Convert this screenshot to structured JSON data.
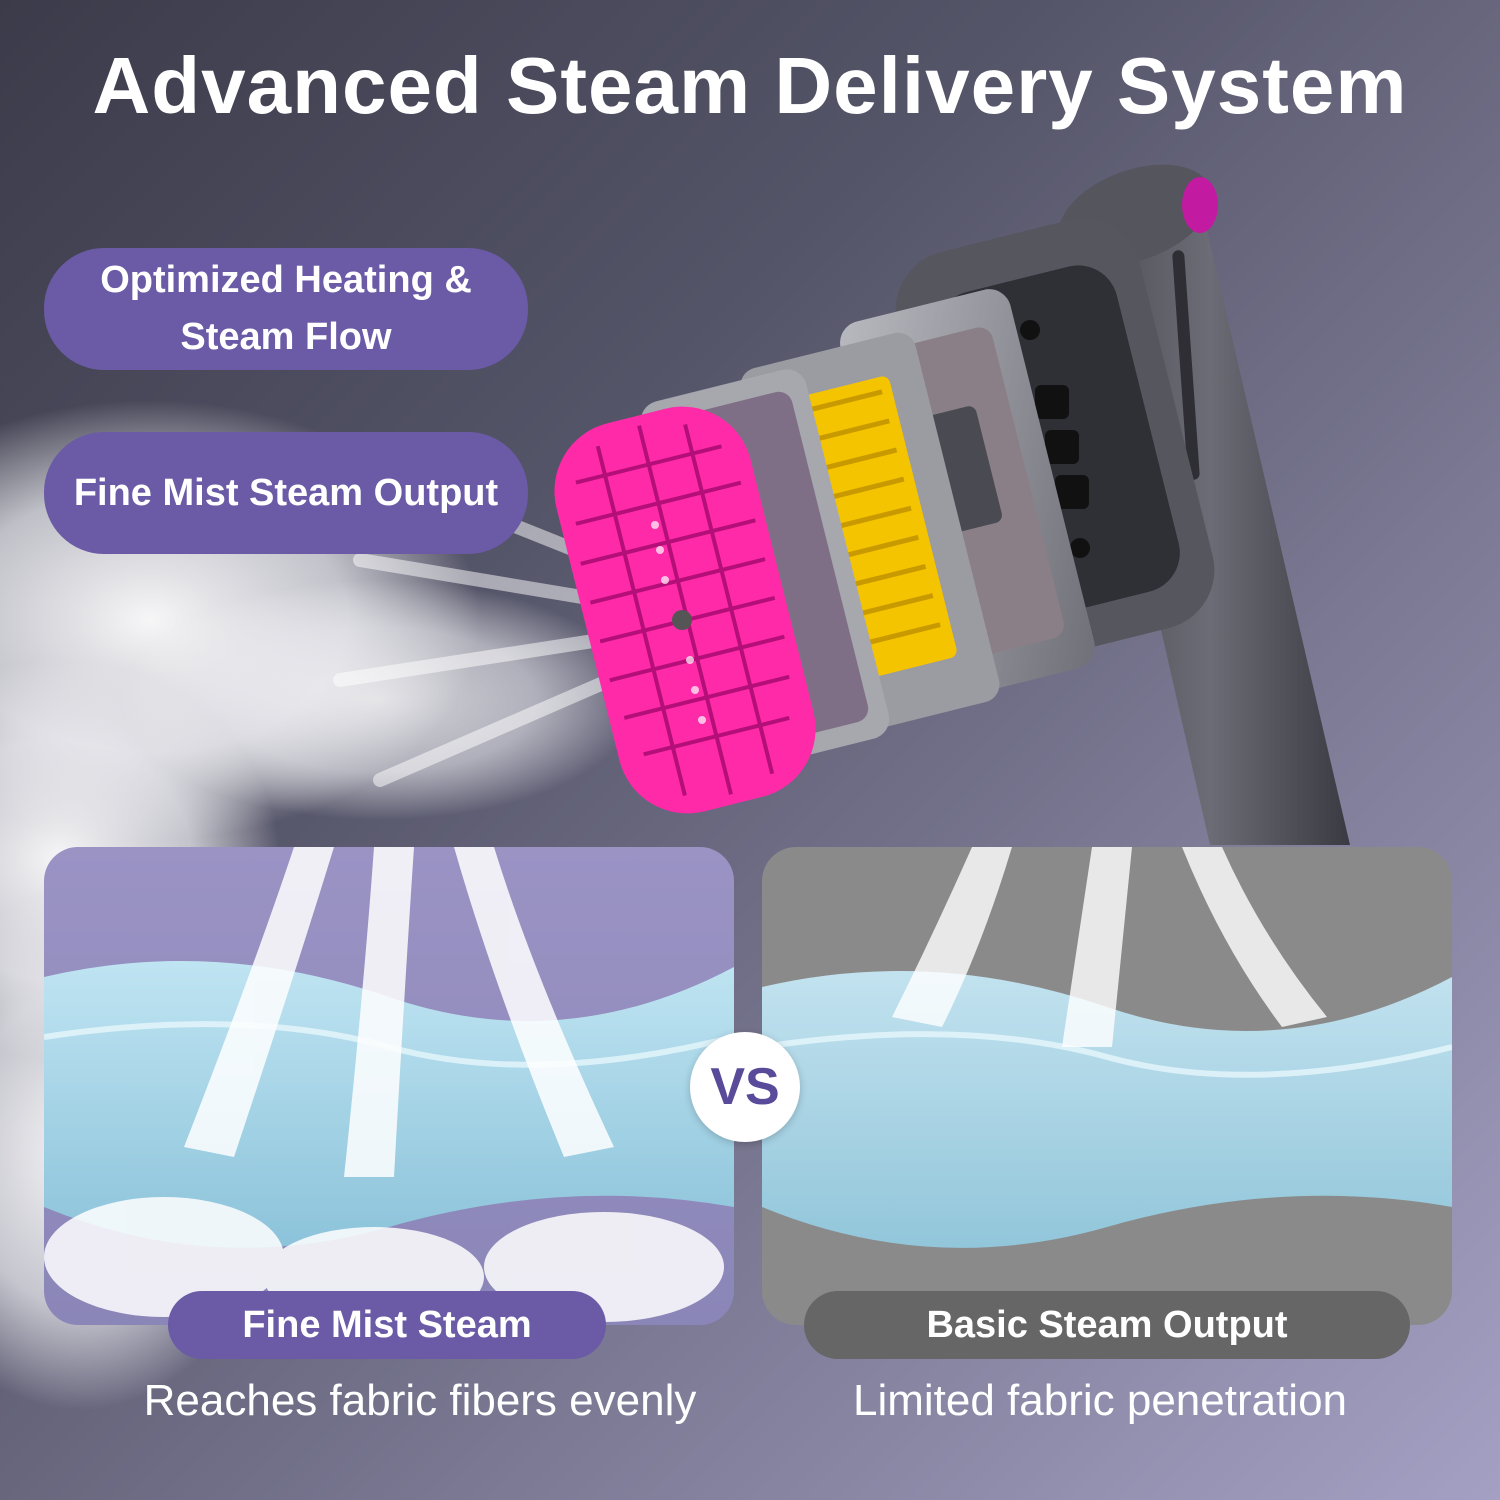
{
  "title": "Advanced Steam Delivery System",
  "features": [
    {
      "label": "Optimized Heating &\nSteam Flow"
    },
    {
      "label": "Fine Mist Steam Output"
    }
  ],
  "comparison": {
    "vs": "VS",
    "left": {
      "label": "Fine Mist Steam",
      "caption": "Reaches fabric fibers evenly"
    },
    "right": {
      "label": "Basic Steam Output",
      "caption": "Limited fabric penetration"
    }
  },
  "colors": {
    "accent_purple": "#6b5aa6",
    "magenta": "#ff2aa8",
    "gray_pill": "#666666",
    "fabric_blue": "#a9d3e6"
  },
  "icons": [
    "steamer-head-exploded",
    "steam-cloud",
    "fabric-wave"
  ]
}
